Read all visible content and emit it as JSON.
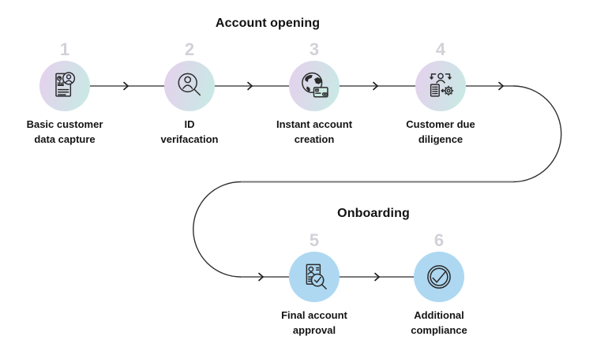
{
  "diagram": {
    "sections": [
      {
        "title": "Account opening"
      },
      {
        "title": "Onboarding"
      }
    ],
    "steps": [
      {
        "number": "1",
        "label_line1": "Basic customer",
        "label_line2": "data capture",
        "icon": "document-person-icon"
      },
      {
        "number": "2",
        "label_line1": "ID",
        "label_line2": "verifacation",
        "icon": "magnifier-person-icon"
      },
      {
        "number": "3",
        "label_line1": "Instant account",
        "label_line2": "creation",
        "icon": "globe-card-icon"
      },
      {
        "number": "4",
        "label_line1": "Customer due",
        "label_line2": "diligence",
        "icon": "person-document-gear-icon"
      },
      {
        "number": "5",
        "label_line1": "Final account",
        "label_line2": "approval",
        "icon": "document-magnifier-check-icon"
      },
      {
        "number": "6",
        "label_line1": "Additional",
        "label_line2": "compliance",
        "icon": "circle-check-icon"
      }
    ],
    "colors": {
      "background": "#ffffff",
      "gradient_start": "#e6d0ed",
      "gradient_end": "#c6ebe4",
      "blue_circle": "#aed8f1",
      "number": "#d1d2d8",
      "label": "#141414",
      "line": "#7a7a7a",
      "arc": "#2f2f2f"
    }
  }
}
